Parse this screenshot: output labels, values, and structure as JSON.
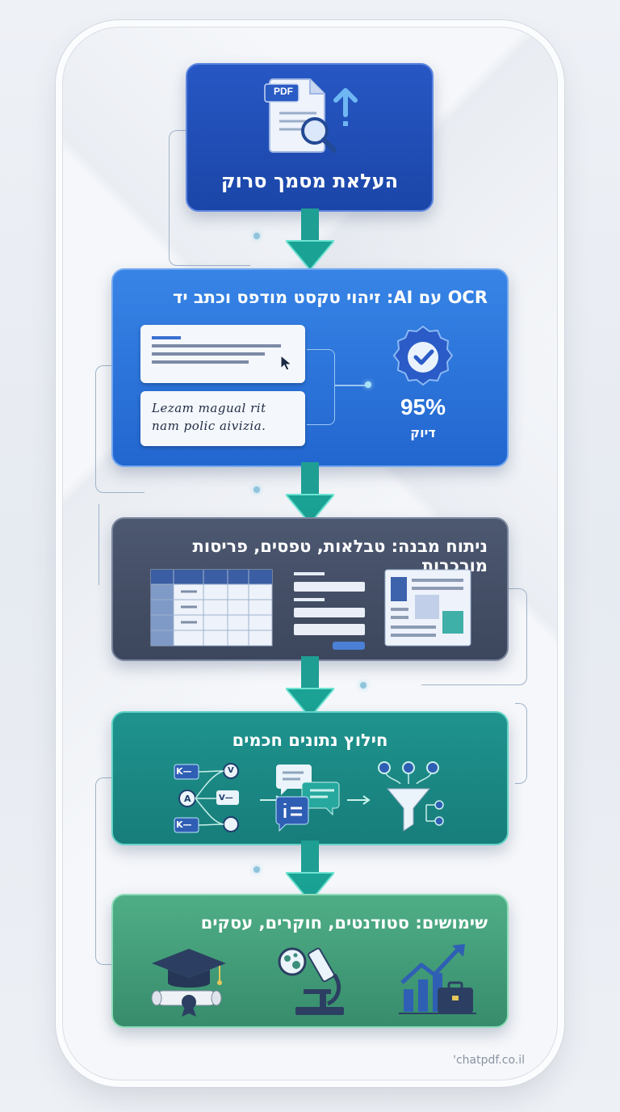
{
  "steps": [
    {
      "title": "העלאת מסמך סרוק",
      "icon": "pdf-upload-icon",
      "badge": "PDF"
    },
    {
      "title": "OCR עם AI: זיהוי טקסט מודפס וכתב יד",
      "handwriting_line1": "Lezam magual rit",
      "handwriting_line2": "nam polic aivizia.",
      "accuracy_value": "95%",
      "accuracy_label": "דיוק"
    },
    {
      "title": "ניתוח מבנה: טבלאות, טפסים, פריסות מורכבות"
    },
    {
      "title": "חילוץ נתונים חכמים",
      "kv_labels": [
        "K—",
        "A",
        "K—",
        "V",
        "V—"
      ]
    },
    {
      "title": "שימושים: סטודנטים, חוקרים, עסקים"
    }
  ],
  "watermark": "'chatpdf.co.il",
  "colors": {
    "step1": "#1f4fb4",
    "step2": "#2a72d8",
    "step3": "#434e66",
    "step4": "#1b8a86",
    "step5": "#3d9a78",
    "arrow": "#20a79b"
  }
}
